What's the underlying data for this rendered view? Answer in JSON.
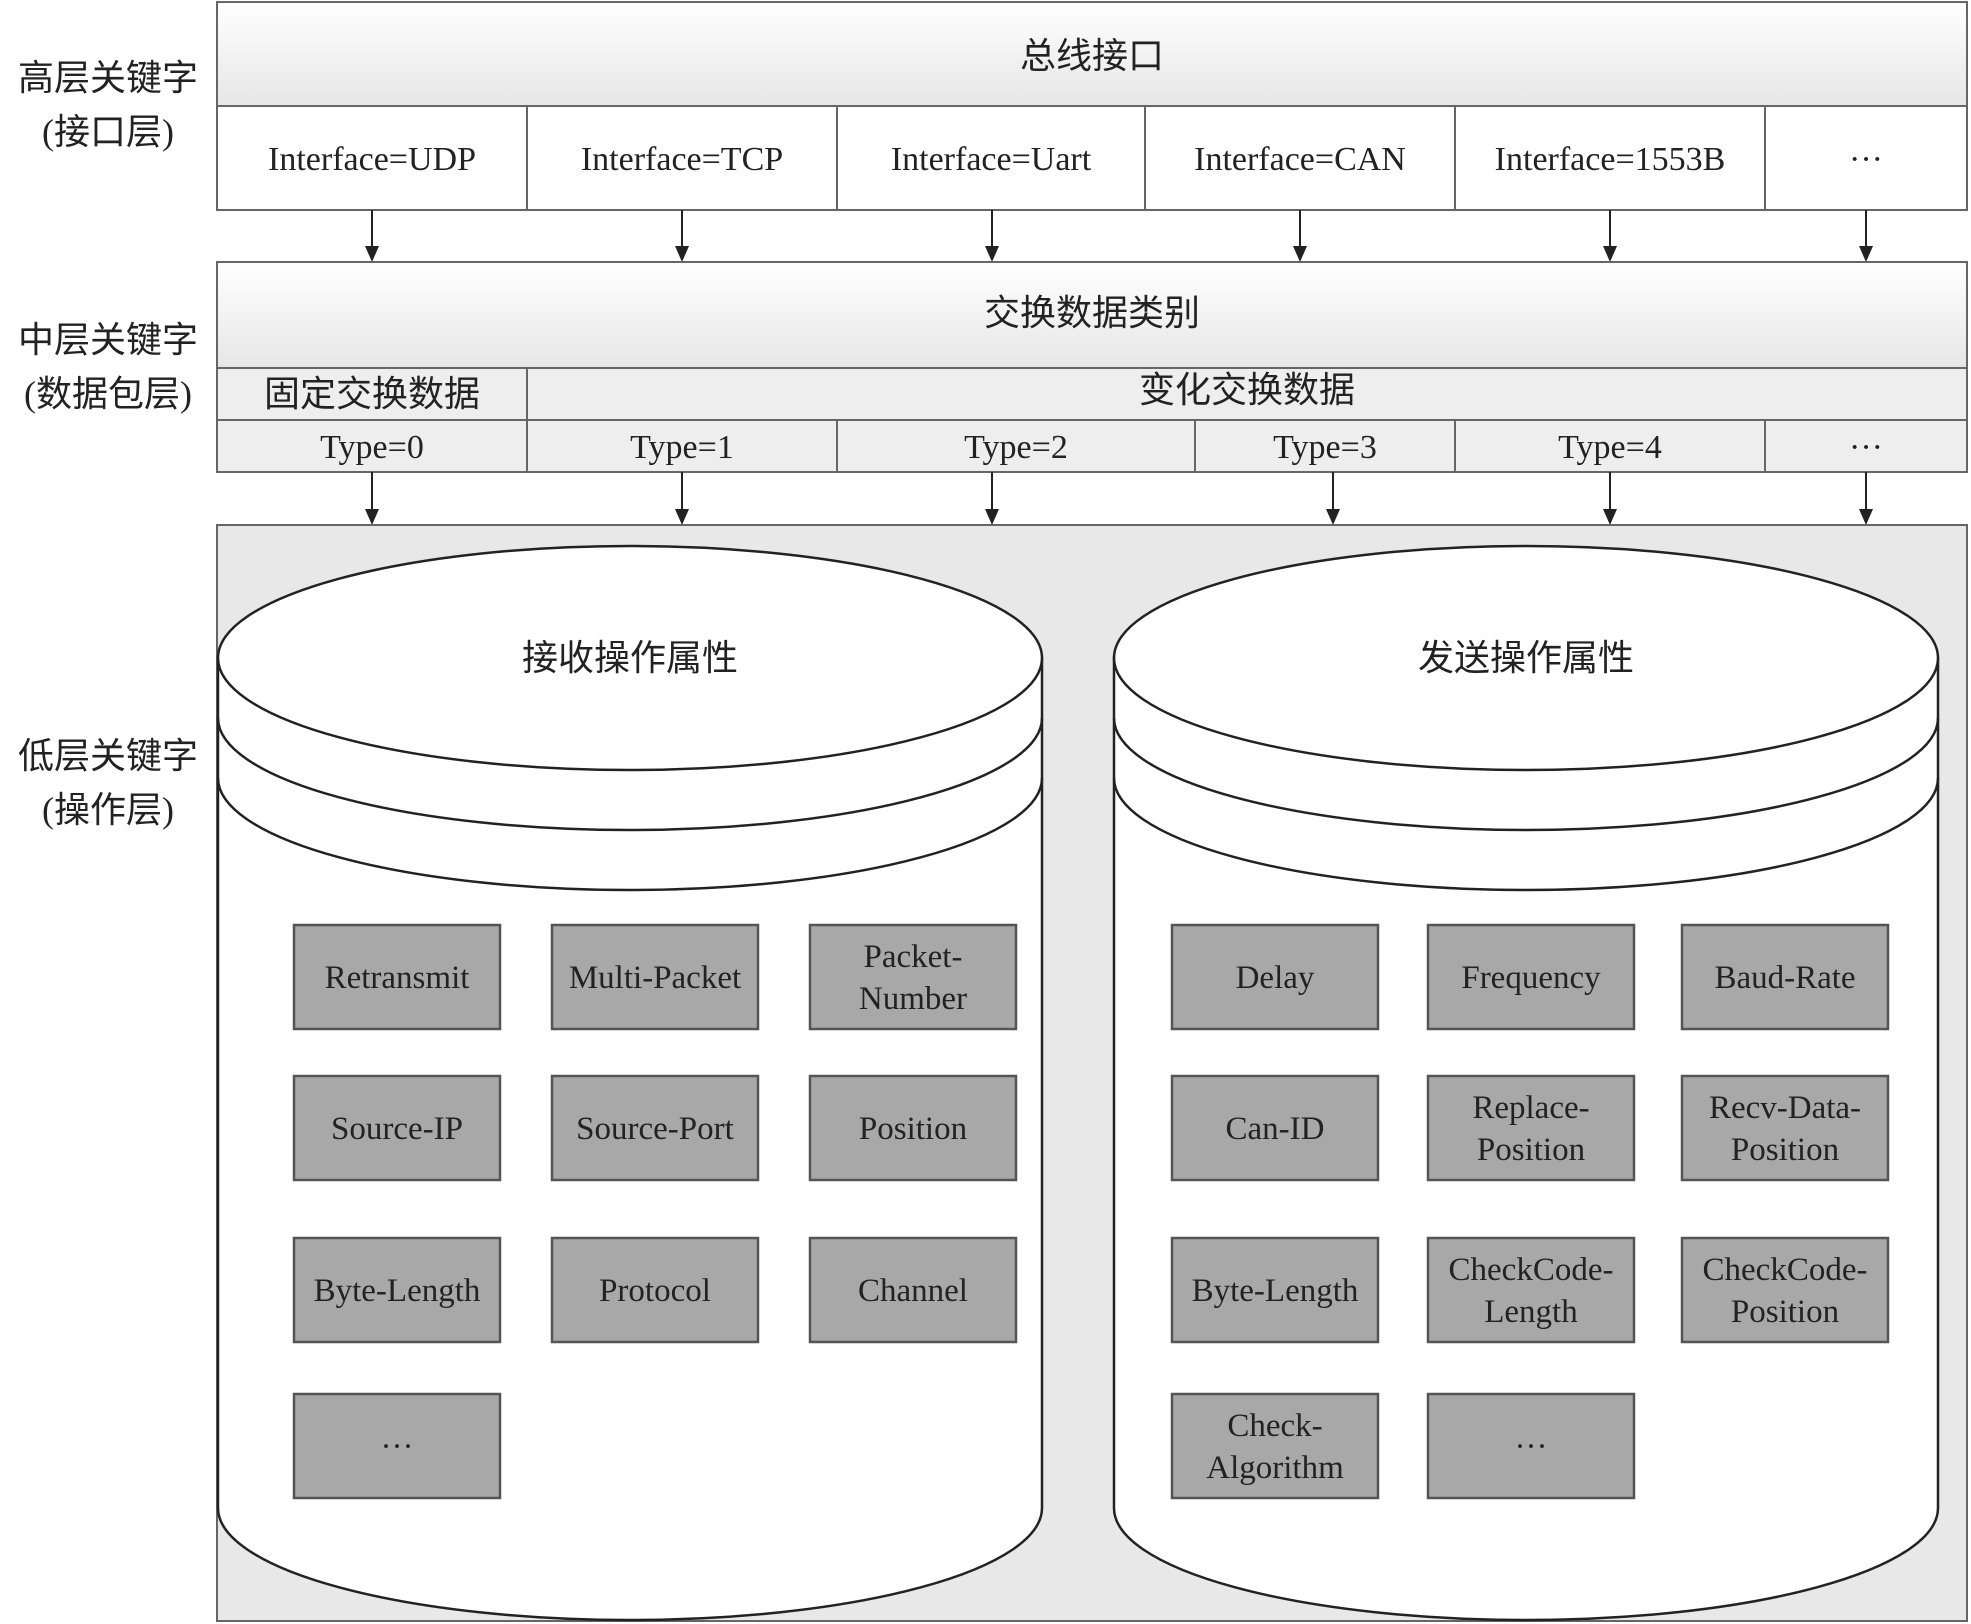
{
  "side_labels": {
    "high": [
      "高层关键字",
      "(接口层)"
    ],
    "mid": [
      "中层关键字",
      "(数据包层)"
    ],
    "low": [
      "低层关键字",
      "(操作层)"
    ]
  },
  "high_layer": {
    "title": "总线接口",
    "cells": [
      "Interface=UDP",
      "Interface=TCP",
      "Interface=Uart",
      "Interface=CAN",
      "Interface=1553B",
      "···"
    ]
  },
  "mid_layer": {
    "title": "交换数据类别",
    "fixed_label": "固定交换数据",
    "variable_label": "变化交换数据",
    "types": [
      "Type=0",
      "Type=1",
      "Type=2",
      "Type=3",
      "Type=4",
      "···"
    ]
  },
  "low_layer": {
    "receive": {
      "title": "接收操作属性",
      "items": [
        [
          "Retransmit"
        ],
        [
          "Multi-Packet"
        ],
        [
          "Packet-",
          "Number"
        ],
        [
          "Source-IP"
        ],
        [
          "Source-Port"
        ],
        [
          "Position"
        ],
        [
          "Byte-Length"
        ],
        [
          "Protocol"
        ],
        [
          "Channel"
        ],
        [
          "···"
        ]
      ]
    },
    "send": {
      "title": "发送操作属性",
      "items": [
        [
          "Delay"
        ],
        [
          "Frequency"
        ],
        [
          "Baud-Rate"
        ],
        [
          "Can-ID"
        ],
        [
          "Replace-",
          "Position"
        ],
        [
          "Recv-Data-",
          "Position"
        ],
        [
          "Byte-Length"
        ],
        [
          "CheckCode-",
          "Length"
        ],
        [
          "CheckCode-",
          "Position"
        ],
        [
          "Check-",
          "Algorithm"
        ],
        [
          "···"
        ]
      ]
    }
  }
}
